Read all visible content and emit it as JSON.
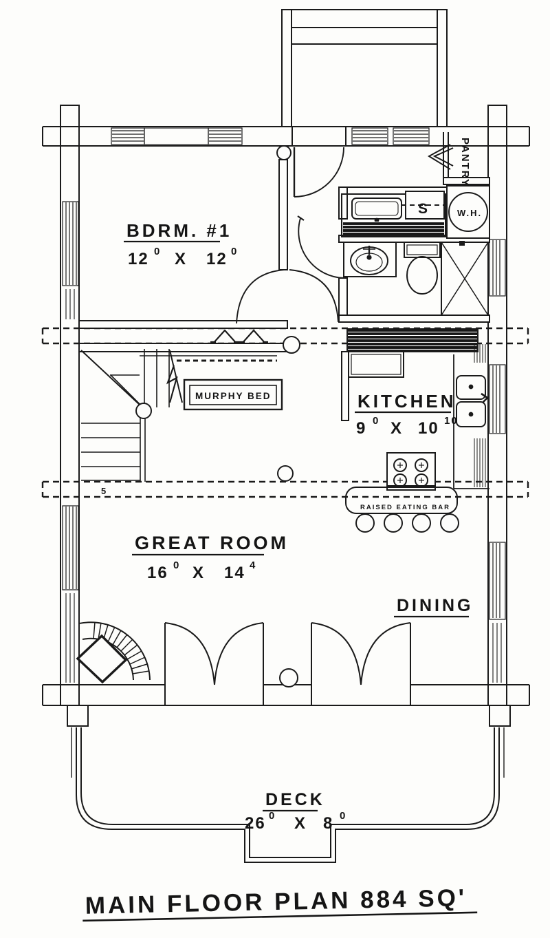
{
  "plan_title": "MAIN FLOOR PLAN 884 SQ'",
  "dim_separator": "X",
  "rooms": {
    "bedroom": {
      "label": "BDRM. #1",
      "w": "12",
      "w_sup": "0",
      "l": "12",
      "l_sup": "0"
    },
    "kitchen": {
      "label": "KITCHEN",
      "w": "9",
      "w_sup": "0",
      "l": "10",
      "l_sup": "10"
    },
    "great_room": {
      "label": "GREAT ROOM",
      "w": "16",
      "w_sup": "0",
      "l": "14",
      "l_sup": "4"
    },
    "dining": {
      "label": "DINING"
    },
    "deck": {
      "label": "DECK",
      "w": "26",
      "w_sup": "0",
      "l": "8",
      "l_sup": "0"
    }
  },
  "features": {
    "murphy_bed": "MURPHY BED",
    "pantry": "PANTRY",
    "water_heater": "W.H.",
    "eating_bar": "RAISED EATING BAR",
    "appliance_s": "S",
    "stair_mark": "5"
  },
  "colors": {
    "ink": "#1a1a1a",
    "paper": "#fdfdfb"
  }
}
